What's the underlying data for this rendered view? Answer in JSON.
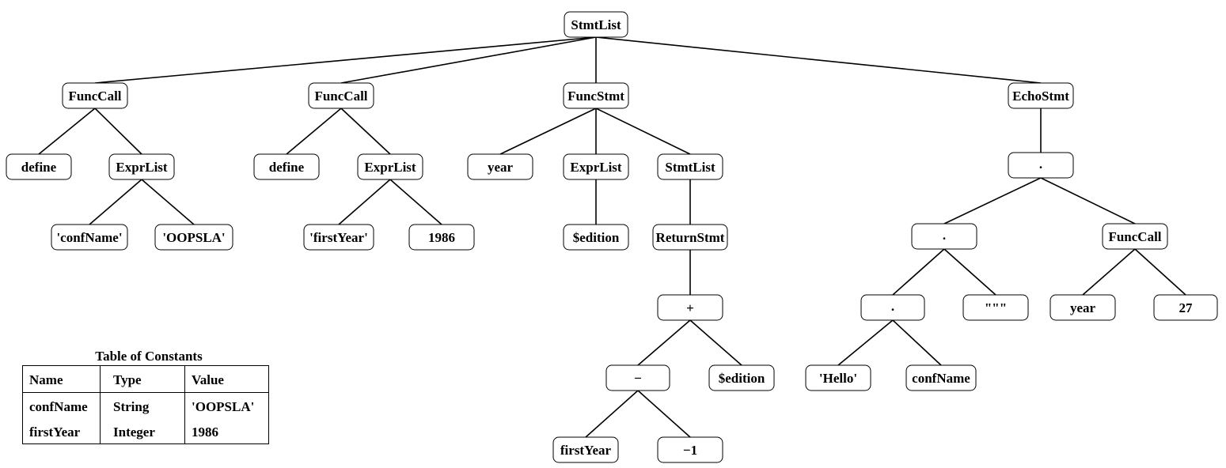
{
  "tree": {
    "nodes": [
      {
        "id": "root",
        "label": "StmtList"
      },
      {
        "id": "fc1",
        "label": "FuncCall"
      },
      {
        "id": "fc2",
        "label": "FuncCall"
      },
      {
        "id": "fs",
        "label": "FuncStmt"
      },
      {
        "id": "es",
        "label": "EchoStmt"
      },
      {
        "id": "def1",
        "label": "define"
      },
      {
        "id": "el1",
        "label": "ExprList"
      },
      {
        "id": "def2",
        "label": "define"
      },
      {
        "id": "el2",
        "label": "ExprList"
      },
      {
        "id": "year1",
        "label": "year"
      },
      {
        "id": "el3",
        "label": "ExprList"
      },
      {
        "id": "sl2",
        "label": "StmtList"
      },
      {
        "id": "dot1",
        "label": "."
      },
      {
        "id": "confname1",
        "label": "'confName'"
      },
      {
        "id": "oopsla",
        "label": "'OOPSLA'"
      },
      {
        "id": "firstyear1",
        "label": "'firstYear'"
      },
      {
        "id": "n1986",
        "label": "1986"
      },
      {
        "id": "edition1",
        "label": "$edition"
      },
      {
        "id": "ret",
        "label": "ReturnStmt"
      },
      {
        "id": "dot2",
        "label": "."
      },
      {
        "id": "fc3",
        "label": "FuncCall"
      },
      {
        "id": "plus",
        "label": "+"
      },
      {
        "id": "dot3",
        "label": "."
      },
      {
        "id": "str",
        "label": "\"\"\""
      },
      {
        "id": "year2",
        "label": "year"
      },
      {
        "id": "n27",
        "label": "27"
      },
      {
        "id": "minus",
        "label": "−"
      },
      {
        "id": "edition2",
        "label": "$edition"
      },
      {
        "id": "hello",
        "label": "'Hello'"
      },
      {
        "id": "confname2",
        "label": "confName"
      },
      {
        "id": "firstyear2",
        "label": "firstYear"
      },
      {
        "id": "neg1",
        "label": "−1"
      }
    ],
    "edges": [
      [
        "root",
        "fc1"
      ],
      [
        "root",
        "fc2"
      ],
      [
        "root",
        "fs"
      ],
      [
        "root",
        "es"
      ],
      [
        "fc1",
        "def1"
      ],
      [
        "fc1",
        "el1"
      ],
      [
        "el1",
        "confname1"
      ],
      [
        "el1",
        "oopsla"
      ],
      [
        "fc2",
        "def2"
      ],
      [
        "fc2",
        "el2"
      ],
      [
        "el2",
        "firstyear1"
      ],
      [
        "el2",
        "n1986"
      ],
      [
        "fs",
        "year1"
      ],
      [
        "fs",
        "el3"
      ],
      [
        "fs",
        "sl2"
      ],
      [
        "el3",
        "edition1"
      ],
      [
        "sl2",
        "ret"
      ],
      [
        "ret",
        "plus"
      ],
      [
        "plus",
        "minus"
      ],
      [
        "plus",
        "edition2"
      ],
      [
        "minus",
        "firstyear2"
      ],
      [
        "minus",
        "neg1"
      ],
      [
        "es",
        "dot1"
      ],
      [
        "dot1",
        "dot2"
      ],
      [
        "dot1",
        "fc3"
      ],
      [
        "dot2",
        "dot3"
      ],
      [
        "dot2",
        "str"
      ],
      [
        "dot3",
        "hello"
      ],
      [
        "dot3",
        "confname2"
      ],
      [
        "fc3",
        "year2"
      ],
      [
        "fc3",
        "n27"
      ]
    ]
  },
  "constants_table": {
    "title": "Table of Constants",
    "headers": [
      "Name",
      "Type",
      "Value"
    ],
    "rows": [
      [
        "confName",
        "String",
        "'OOPSLA'"
      ],
      [
        "firstYear",
        "Integer",
        "1986"
      ]
    ]
  }
}
